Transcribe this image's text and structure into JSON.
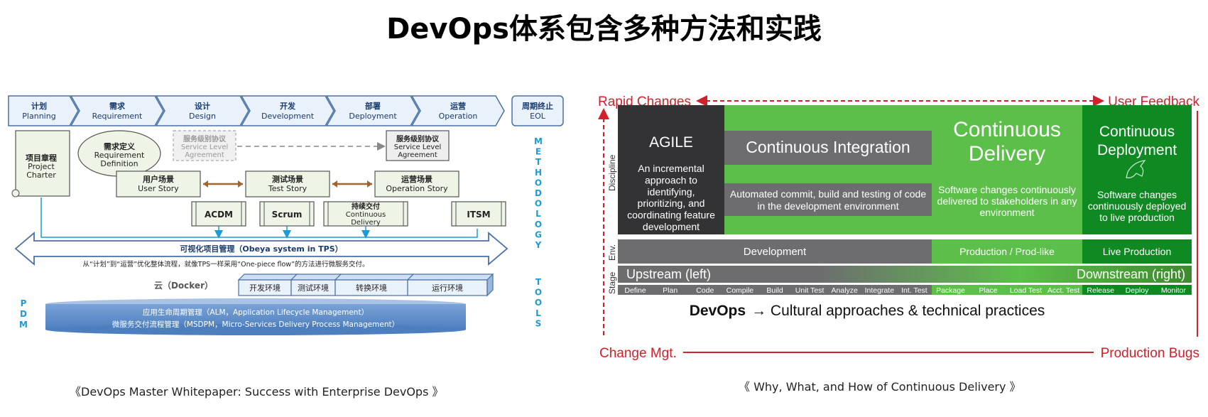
{
  "title": "DevOps体系包含多种方法和实践",
  "left": {
    "phases": [
      {
        "cn": "计划",
        "en": "Planning"
      },
      {
        "cn": "需求",
        "en": "Requirement"
      },
      {
        "cn": "设计",
        "en": "Design"
      },
      {
        "cn": "开发",
        "en": "Development"
      },
      {
        "cn": "部署",
        "en": "Deployment"
      },
      {
        "cn": "运营",
        "en": "Operation"
      }
    ],
    "eol": {
      "cn": "周期终止",
      "en": "EOL"
    },
    "charter": {
      "cn": "项目章程",
      "en1": "Project",
      "en2": "Charter"
    },
    "req_def": {
      "cn": "需求定义",
      "en1": "Requirement",
      "en2": "Definition"
    },
    "sla_left": {
      "cn": "服务级别协议",
      "en1": "Service Level",
      "en2": "Agreement"
    },
    "sla_right": {
      "cn": "服务级别协议",
      "en1": "Service Level",
      "en2": "Agreement"
    },
    "stories": [
      {
        "cn": "用户场景",
        "en": "User Story"
      },
      {
        "cn": "测试场景",
        "en": "Test Story"
      },
      {
        "cn": "运营场景",
        "en": "Operation Story"
      }
    ],
    "methods": [
      "ACDM",
      "Scrum",
      "ITSM"
    ],
    "cd": {
      "cn": "持续交付",
      "en1": "Continuous",
      "en2": "Delivery"
    },
    "obeya": "可视化项目管理（Obeya system in TPS）",
    "flow_note": "从“计划”到“运营”优化整体流程，就像TPS一样采用“One-piece flow”的方法进行微服务交付。",
    "cloud": "云（Docker）",
    "envs": [
      "开发环境",
      "测试环境",
      "转换环境",
      "运行环境"
    ],
    "alm": "应用生命周期管理（ALM，Application Lifecycle Management）",
    "msdpm": "微服务交付流程管理（MSDPM，Micro-Services Delivery Process Management）",
    "methodology": [
      "M",
      "E",
      "T",
      "H",
      "O",
      "D",
      "O",
      "L",
      "O",
      "G",
      "Y"
    ],
    "tools": [
      "T",
      "O",
      "O",
      "L",
      "S"
    ],
    "pdm": [
      "P",
      "D",
      "M"
    ],
    "caption": "《DevOps Master Whitepaper: Success with Enterprise DevOps 》"
  },
  "right": {
    "rapid_changes": "Rapid Changes",
    "user_feedback": "User Feedback",
    "change_mgt": "Change Mgt.",
    "production_bugs": "Production Bugs",
    "agile_title": "AGILE",
    "agile_desc": [
      "An incremental",
      "approach to",
      "identifying,",
      "prioritizing, and",
      "coordinating feature",
      "development"
    ],
    "ci_title": "Continuous Integration",
    "ci_desc": [
      "Automated commit, build and testing of code",
      "in the development environment"
    ],
    "cd_title": [
      "Continuous",
      "Delivery"
    ],
    "cd_desc": [
      "Software changes continuously",
      "delivered to stakeholders in any",
      "environment"
    ],
    "cdep_title": [
      "Continuous",
      "Deployment"
    ],
    "cdep_desc": [
      "Software changes",
      "continuously deployed",
      "to live production"
    ],
    "discipline": "Discipline",
    "env": "Env.",
    "stage": "Stage",
    "env_dev": "Development",
    "env_prod": "Production / Prod-like",
    "env_live": "Live Production",
    "upstream": "Upstream (left)",
    "downstream": "Downstream  (right)",
    "steps_a": [
      "Define",
      "Plan",
      "Code",
      "Compile",
      "Build",
      "Unit Test",
      "Analyze",
      "Integrate",
      "Int. Test"
    ],
    "steps_b": [
      "Package",
      "Place",
      "Load Test",
      "Acct. Test"
    ],
    "steps_c": [
      "Release",
      "Deploy",
      "Monitor"
    ],
    "devops_bold": "DevOps",
    "devops_rest": "→ Cultural approaches & technical practices",
    "caption": "《 Why, What, and How of Continuous Delivery 》"
  }
}
